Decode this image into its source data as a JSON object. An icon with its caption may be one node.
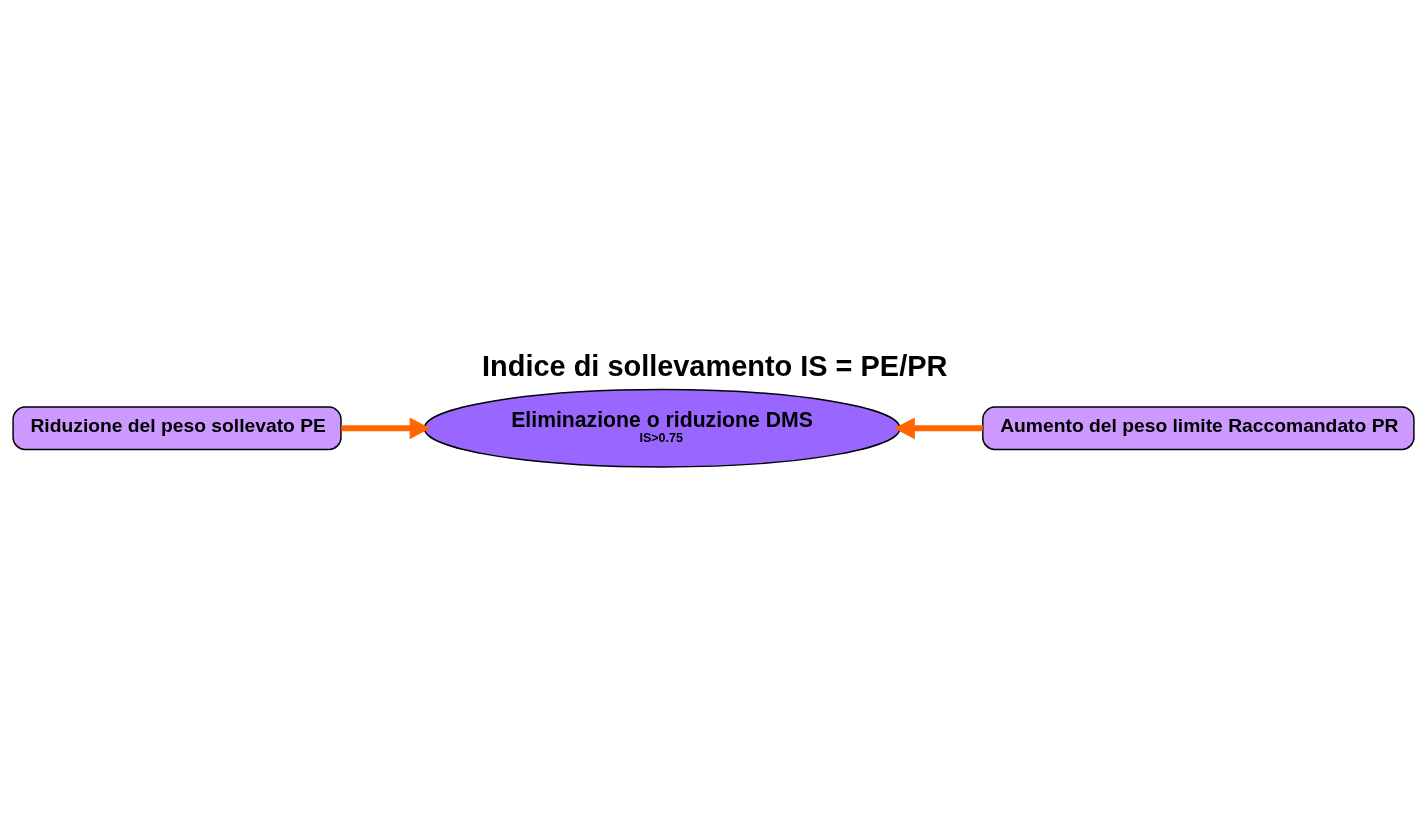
{
  "diagram": {
    "title": "Indice di sollevamento IS = PE/PR",
    "nodes": [
      {
        "text": [
          "Eliminazione o riduzione DMS",
          "IS>0.75"
        ]
      },
      {
        "text": [
          "Riduzione del peso sollevato PE"
        ]
      },
      {
        "text": [
          "Aumento del peso limite Raccomandato PR"
        ]
      }
    ],
    "edges": [
      {
        "from": 1,
        "to": 0,
        "arrow": "to"
      },
      {
        "from": 2,
        "to": 0,
        "arrow": "to"
      }
    ]
  }
}
